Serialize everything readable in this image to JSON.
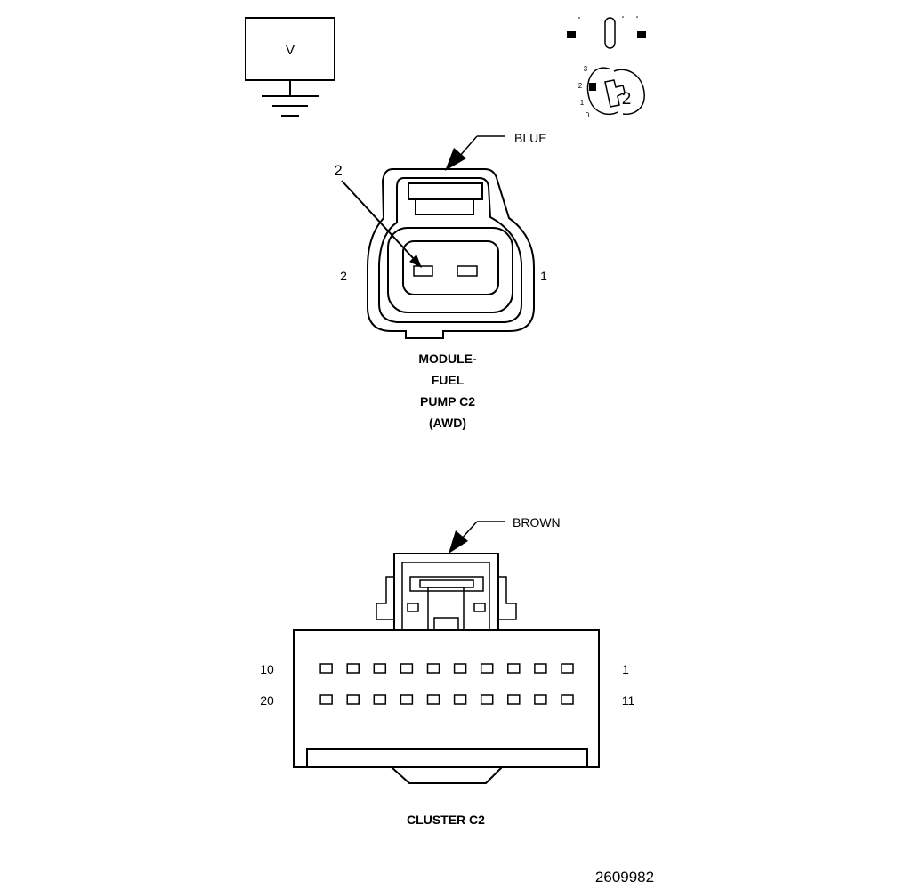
{
  "meter_symbol": {
    "label": "V",
    "icon": "ground-icon"
  },
  "key_icon": {
    "positions": [
      "3",
      "2",
      "1",
      "0"
    ],
    "badge": "2"
  },
  "connector_top": {
    "color_label": "BLUE",
    "callout_number": "2",
    "left_pin": "2",
    "right_pin": "1",
    "name_lines": [
      "MODULE-",
      "FUEL",
      "PUMP C2",
      "(AWD)"
    ]
  },
  "connector_bottom": {
    "color_label": "BROWN",
    "row1_left": "10",
    "row1_right": "1",
    "row2_left": "20",
    "row2_right": "11",
    "pin_count": 20,
    "name": "CLUSTER C2"
  },
  "figure_number": "2609982"
}
